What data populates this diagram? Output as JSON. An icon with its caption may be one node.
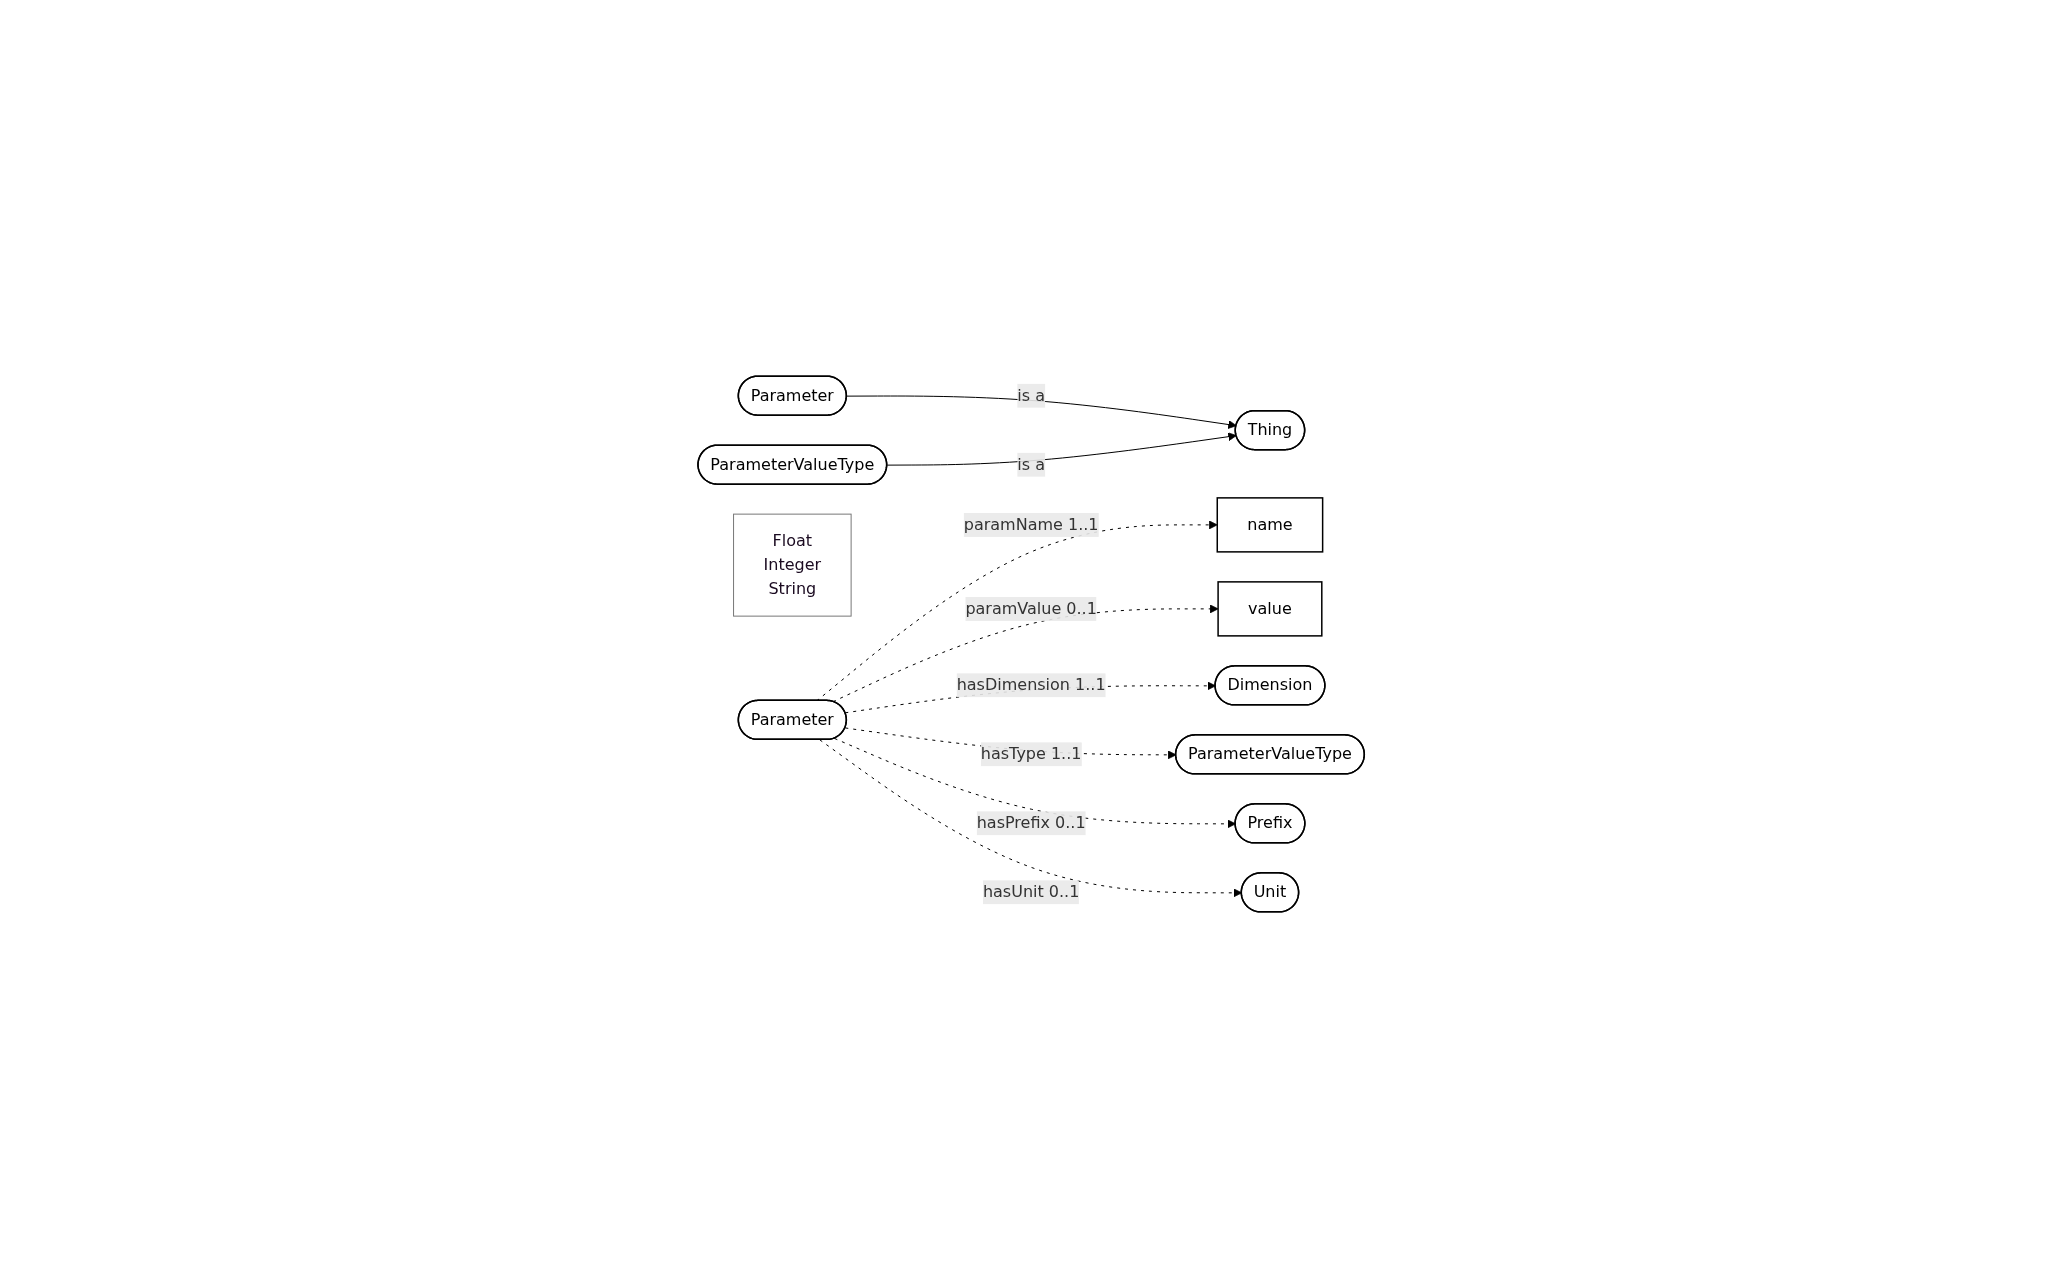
{
  "diagram": {
    "nodes": [
      {
        "text": [
          "Thing"
        ]
      },
      {
        "text": [
          "Parameter"
        ]
      },
      {
        "text": [
          "ParameterValueType"
        ]
      },
      {
        "text": [
          "Float",
          "Integer",
          "String"
        ]
      },
      {
        "text": [
          "Parameter"
        ]
      },
      {
        "text": [
          "name"
        ]
      },
      {
        "text": [
          "value"
        ]
      },
      {
        "text": [
          "Dimension"
        ]
      },
      {
        "text": [
          "ParameterValueType"
        ]
      },
      {
        "text": [
          "Prefix"
        ]
      },
      {
        "text": [
          "Unit"
        ]
      }
    ],
    "edges": [
      {
        "from": 1,
        "to": 0,
        "arrow": "to",
        "label": "is a"
      },
      {
        "from": 2,
        "to": 0,
        "arrow": "to",
        "label": "is a"
      },
      {
        "from": 4,
        "to": 5,
        "arrow": "to",
        "label": "paramName 1..1",
        "style": "dashed"
      },
      {
        "from": 4,
        "to": 6,
        "arrow": "to",
        "label": "paramValue 0..1",
        "style": "dashed"
      },
      {
        "from": 4,
        "to": 7,
        "arrow": "to",
        "label": "hasDimension 1..1",
        "style": "dashed"
      },
      {
        "from": 4,
        "to": 8,
        "arrow": "to",
        "label": "hasType 1..1",
        "style": "dashed"
      },
      {
        "from": 4,
        "to": 9,
        "arrow": "to",
        "label": "hasPrefix 0..1",
        "style": "dashed"
      },
      {
        "from": 4,
        "to": 10,
        "arrow": "to",
        "label": "hasUnit 0..1",
        "style": "dashed"
      }
    ]
  }
}
